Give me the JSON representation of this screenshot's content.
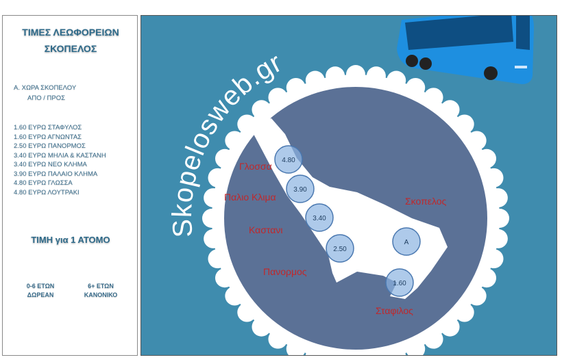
{
  "sidebar": {
    "title_line1": "ΤΙΜΕΣ ΛΕΩΦΟΡΕΙΩΝ",
    "title_line2": "ΣΚΟΠΕΛΟΣ",
    "section_line1": "Α.   ΧΩΡΑ ΣΚΟΠΕΛΟΥ",
    "section_line2": "ΑΠΟ / ΠΡΟΣ",
    "prices": [
      "1.60 ΕΥΡΩ ΣΤΑΦΥΛΟΣ",
      "1.60 ΕΥΡΩ ΑΓΝΩΝΤΑΣ",
      "2.50 ΕΥΡΩ ΠΑΝΟΡΜΟΣ",
      "3.40 ΕΥΡΩ ΜΗΛΙΑ & ΚΑΣΤΑΝΗ",
      "3.40 ΕΥΡΩ ΝΕΟ ΚΛΗΜΑ",
      "3.90 ΕΥΡΩ ΠΑΛΑΙΟ ΚΛΗΜΑ",
      "4.80 ΕΥΡΩ ΓΛΩΣΣΑ",
      "4.80 ΕΥΡΩ ΛΟΥΤΡΑΚΙ"
    ],
    "per_person": "ΤΙΜΗ για 1 ΑΤΟΜΟ",
    "child_line1": "0-6 ΕΤΩΝ",
    "child_line2": "ΔΩΡΕΑΝ",
    "adult_line1": "6+ ΕΤΩΝ",
    "adult_line2": "ΚΑΝΟΝΙΚΟ"
  },
  "map": {
    "brand": "Skopelosweb.gr",
    "stops": [
      {
        "price": "4.80",
        "label": "Γλοσσα"
      },
      {
        "price": "3.90",
        "label": "Παλιο Κλιμα"
      },
      {
        "price": "3.40",
        "label": "Καστανι"
      },
      {
        "price": "2.50",
        "label": "Πανορμος"
      },
      {
        "price": "Α",
        "label": "Σκοπελος"
      },
      {
        "price": "1.60",
        "label": "Σταφιλος"
      }
    ],
    "colors": {
      "background": "#3f8cae",
      "circle": "#5b7196",
      "label": "#c0282b"
    }
  }
}
